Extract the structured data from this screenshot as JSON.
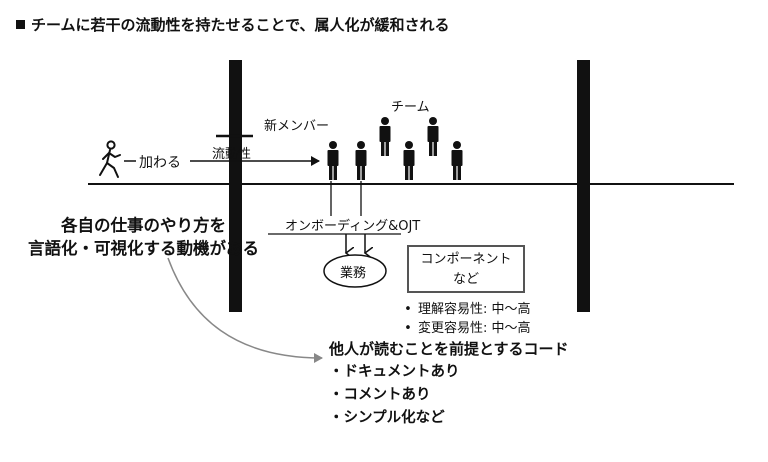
{
  "title": "チームに若干の流動性を持たせることで、属人化が緩和される",
  "diagram": {
    "join_label": "加わる",
    "mobility_label": "流動性",
    "new_member_label": "新メンバー",
    "team_label": "チーム",
    "onboarding_label": "オンボーディング&OJT",
    "work_label": "業務",
    "component_box": {
      "line1": "コンポーネント",
      "line2": "など"
    },
    "properties": [
      "理解容易性: 中〜高",
      "変更容易性: 中〜高"
    ],
    "verbalize_text": {
      "line1": "各自の仕事のやり方を",
      "line2": "言語化・可視化する動機がある"
    },
    "code_heading": "他人が読むことを前提とするコード",
    "code_items": [
      "・ドキュメントあり",
      "・コメントあり",
      "・シンプル化など"
    ]
  }
}
